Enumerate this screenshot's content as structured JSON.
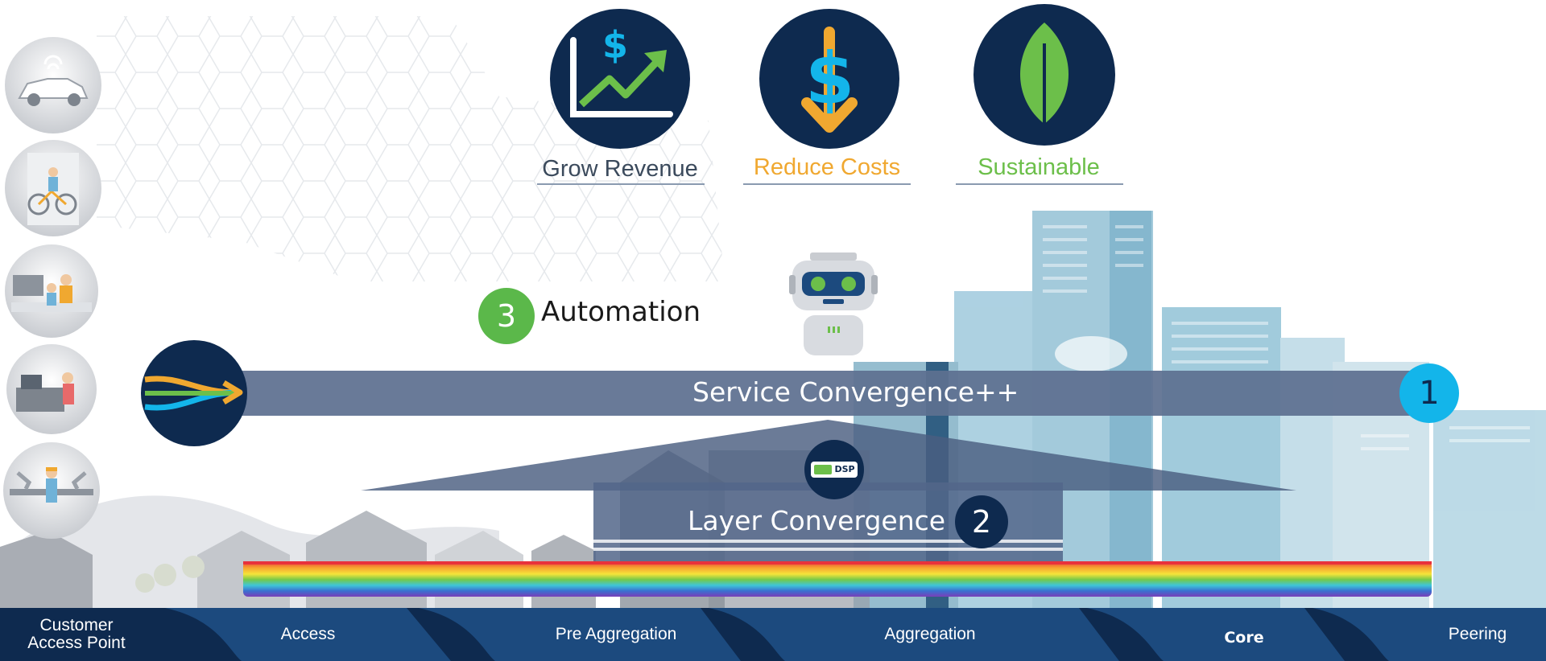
{
  "goals": [
    {
      "label": "Grow Revenue",
      "color": "#3b4a5c",
      "icon": "revenue-chart-icon"
    },
    {
      "label": "Reduce Costs",
      "color": "#f0a830",
      "icon": "dollar-down-icon"
    },
    {
      "label": "Sustainable",
      "color": "#6cbf4a",
      "icon": "leaf-icon"
    }
  ],
  "automation": {
    "number": "3",
    "label": "Automation",
    "badge_color": "#5bb84a",
    "icon": "robot-icon"
  },
  "service_convergence": {
    "label": "Service Convergence++",
    "number": "1",
    "badge_color": "#13b5ea",
    "icon": "converging-arrows-icon"
  },
  "layer_convergence": {
    "label": "Layer Convergence",
    "number": "2",
    "badge_color": "#0e2a4f",
    "chip_text": "DSP",
    "icon": "dsp-chip-icon"
  },
  "scenes": [
    "connected-car-icon",
    "cyclist-icon",
    "family-home-icon",
    "office-worker-icon",
    "factory-worker-icon"
  ],
  "segments": [
    {
      "label": "Customer\nAccess Point"
    },
    {
      "label": "Access"
    },
    {
      "label": "Pre Aggregation"
    },
    {
      "label": "Aggregation"
    },
    {
      "label": "Core"
    },
    {
      "label": "Peering"
    }
  ],
  "colors": {
    "navy": "#0e2a4f",
    "band_blue": "#1c4a7e",
    "banner": "#5e7090"
  }
}
